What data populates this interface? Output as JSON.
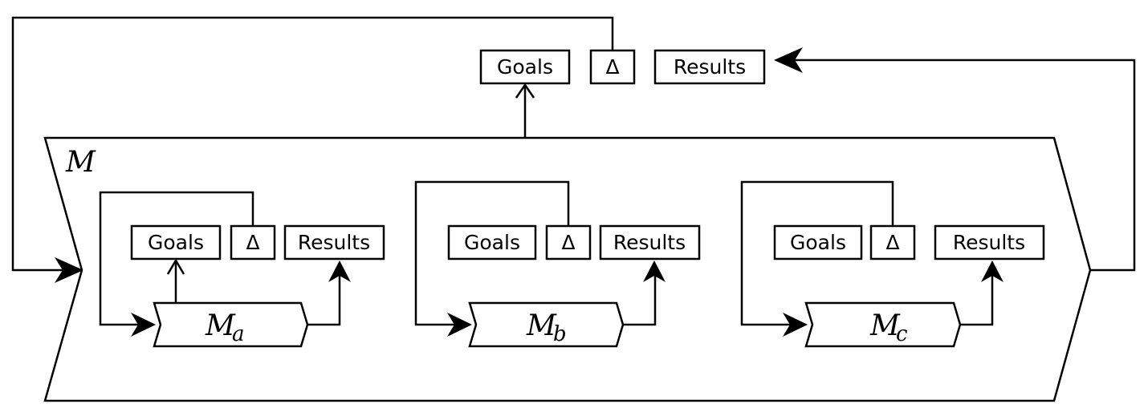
{
  "diagram": {
    "outer": {
      "model_label": "M",
      "goals_label": "Goals",
      "delta_label": "Δ",
      "results_label": "Results"
    },
    "submodels": [
      {
        "name": "M",
        "subscript": "a",
        "goals_label": "Goals",
        "delta_label": "Δ",
        "results_label": "Results",
        "goals_linked": true
      },
      {
        "name": "M",
        "subscript": "b",
        "goals_label": "Goals",
        "delta_label": "Δ",
        "results_label": "Results",
        "goals_linked": false
      },
      {
        "name": "M",
        "subscript": "c",
        "goals_label": "Goals",
        "delta_label": "Δ",
        "results_label": "Results",
        "goals_linked": false
      }
    ],
    "colors": {
      "stroke": "#000000",
      "background": "#ffffff"
    }
  }
}
